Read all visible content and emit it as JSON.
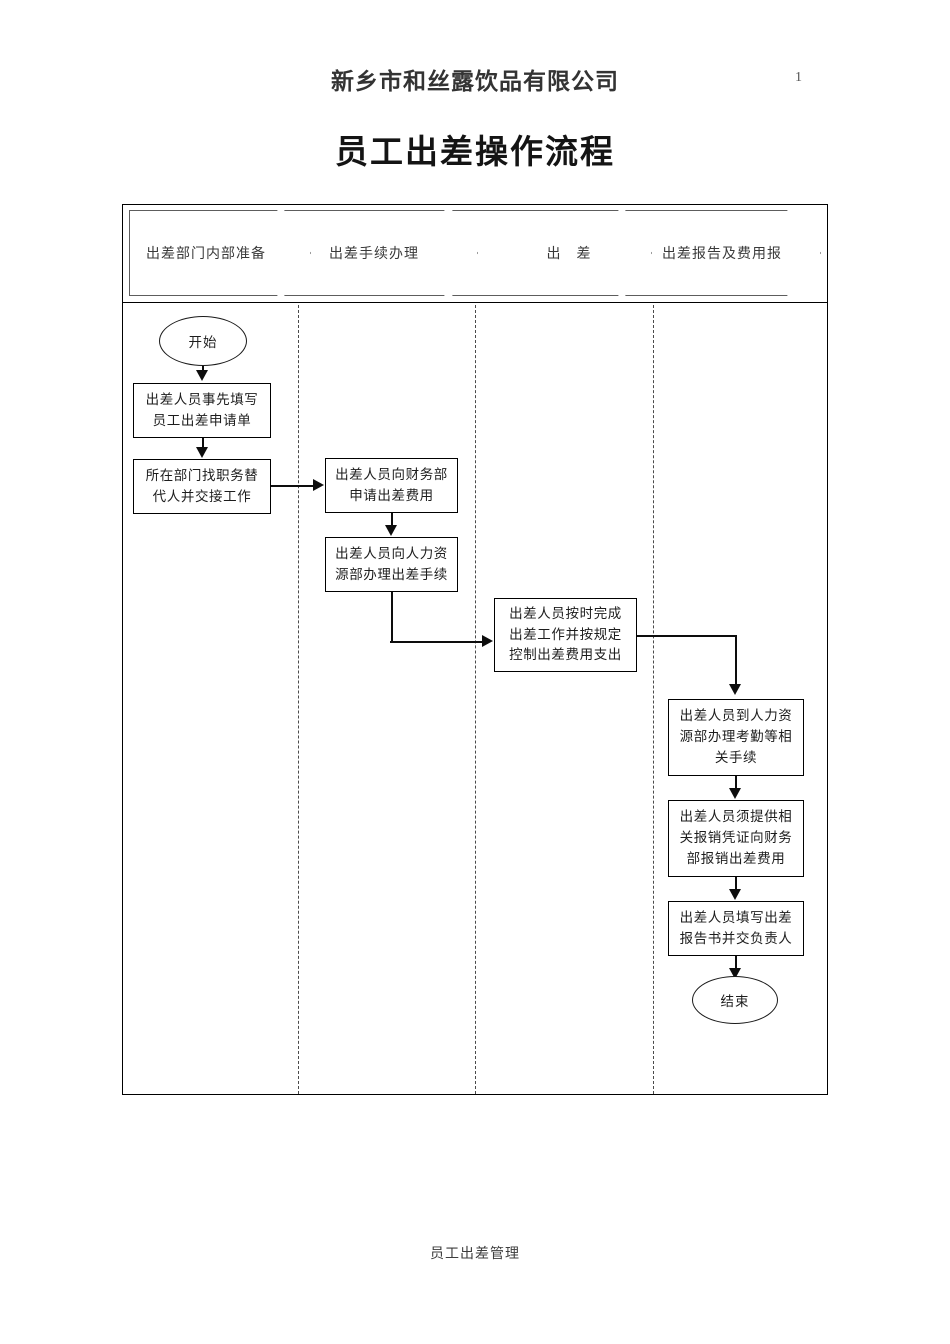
{
  "document": {
    "header_company": "新乡市和丝露饮品有限公司",
    "page_number": "1",
    "title": "员工出差操作流程",
    "footer": "员工出差管理"
  },
  "phase_band": {
    "phases": [
      {
        "label": "出差部门内部准备"
      },
      {
        "label": "出差手续办理"
      },
      {
        "label": "出　差"
      },
      {
        "label": "出差报告及费用报"
      }
    ]
  },
  "flowchart": {
    "type": "swimlane-process-flow",
    "lane1": {
      "start": "开始",
      "nodes": [
        {
          "lines": [
            "出差人员事先填写",
            "员工出差申请单"
          ]
        },
        {
          "lines": [
            "所在部门找职务替",
            "代人并交接工作"
          ]
        }
      ]
    },
    "lane2": {
      "nodes": [
        {
          "lines": [
            "出差人员向财务部",
            "申请出差费用"
          ]
        },
        {
          "lines": [
            "出差人员向人力资",
            "源部办理出差手续"
          ]
        }
      ]
    },
    "lane3": {
      "nodes": [
        {
          "lines": [
            "出差人员按时完成",
            "出差工作并按规定",
            "控制出差费用支出"
          ]
        }
      ]
    },
    "lane4": {
      "nodes": [
        {
          "lines": [
            "出差人员到人力资",
            "源部办理考勤等相",
            "关手续"
          ]
        },
        {
          "lines": [
            "出差人员须提供相",
            "关报销凭证向财务",
            "部报销出差费用"
          ]
        },
        {
          "lines": [
            "出差人员填写出差",
            "报告书并交负责人"
          ]
        }
      ],
      "end": "结束"
    }
  },
  "colors": {
    "line": "#000000",
    "chevron_border": "#5d5d5d",
    "divider": "#4a4a4a",
    "text": "#1d1d1d"
  }
}
